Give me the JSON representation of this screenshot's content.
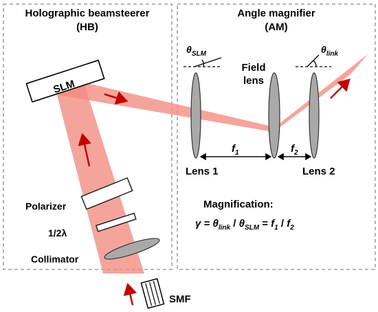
{
  "panels": {
    "hb": {
      "title": "Holographic beamsteerer",
      "abbr": "(HB)"
    },
    "am": {
      "title": "Angle magnifier",
      "abbr": "(AM)"
    }
  },
  "components": {
    "slm": "SLM",
    "polarizer": "Polarizer",
    "half_wave": "1/2λ",
    "collimator": "Collimator",
    "smf": "SMF",
    "field_lens_line1": "Field",
    "field_lens_line2": "lens",
    "lens1": "Lens 1",
    "lens2": "Lens 2"
  },
  "angles": {
    "theta_slm_sym": "θ",
    "theta_slm_sub": "SLM",
    "theta_link_sym": "θ",
    "theta_link_sub": "link"
  },
  "focal": {
    "f1_sym": "f",
    "f1_sub": "1",
    "f2_sym": "f",
    "f2_sub": "2"
  },
  "magnification": {
    "label": "Magnification:",
    "eq_gamma": "γ = ",
    "eq_theta1": "θ",
    "eq_theta1_sub": "link",
    "eq_div": " / ",
    "eq_theta2": "θ",
    "eq_theta2_sub": "SLM",
    "eq_eq": "  = ",
    "eq_f1": "f",
    "eq_f1_sub": "1",
    "eq_div2": " / ",
    "eq_f2": "f",
    "eq_f2_sub": "2"
  },
  "colors": {
    "beam": "#f28a80",
    "arrow": "#c40000",
    "lens": "#a9a9a9",
    "box": "#8a8a8a"
  }
}
